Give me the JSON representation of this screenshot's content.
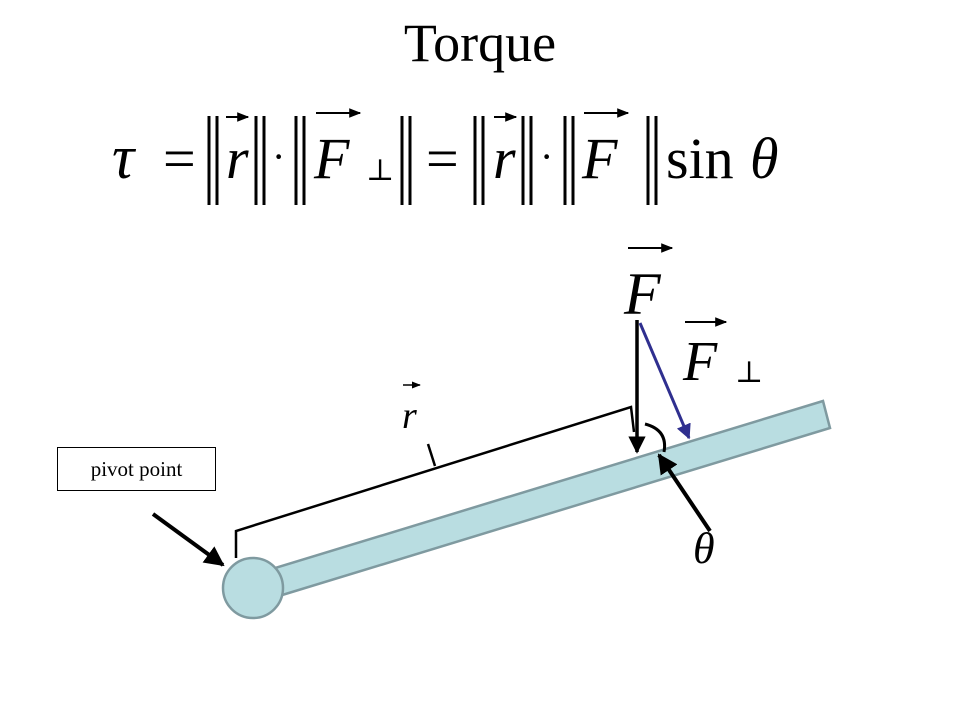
{
  "title": "Torque",
  "formula": {
    "tau": "τ",
    "equals": "=",
    "dot": "·",
    "r": "r",
    "F": "F",
    "perp": "⊥",
    "sin": "sin",
    "theta": "θ"
  },
  "diagram": {
    "pivot_label": "pivot point",
    "force_label": "F",
    "perp_force_label": "F",
    "perp_symbol": "⊥",
    "radius_label": "r",
    "angle_label": "θ",
    "colors": {
      "lever_fill": "#b9dde1",
      "lever_stroke": "#7f9aa0",
      "perp_arrow": "#2f2f8f",
      "ink": "#000000"
    }
  }
}
